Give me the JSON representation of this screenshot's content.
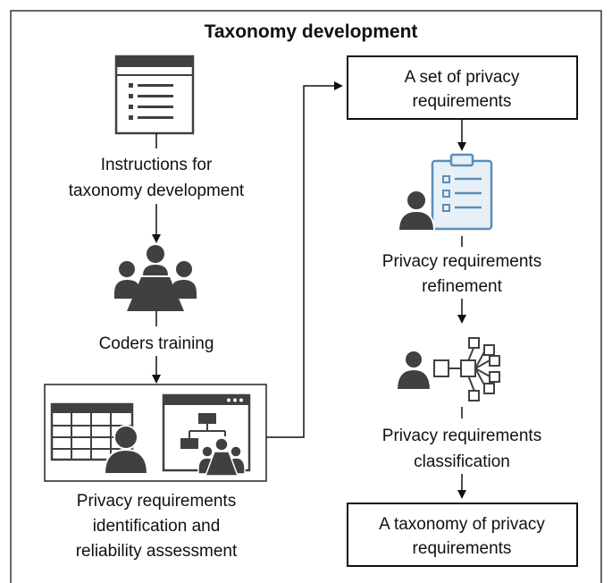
{
  "title": "Taxonomy development",
  "left_column": {
    "instructions_label": [
      "Instructions for",
      "taxonomy development"
    ],
    "training_label": "Coders training",
    "identification_label": [
      "Privacy requirements",
      "identification and",
      "reliability assessment"
    ]
  },
  "right_column": {
    "set_box_label": [
      "A set of privacy",
      "requirements"
    ],
    "refinement_label": [
      "Privacy requirements",
      "refinement"
    ],
    "classification_label": [
      "Privacy requirements",
      "classification"
    ],
    "taxonomy_box_label": [
      "A taxonomy of privacy",
      "requirements"
    ]
  },
  "icons": {
    "instructions": "document-list-icon",
    "training": "meeting-group-icon",
    "spreadsheet": "spreadsheet-icon",
    "person": "person-icon",
    "browser_hierarchy": "browser-hierarchy-icon",
    "group": "group-icon",
    "clipboard": "clipboard-checklist-icon",
    "network": "network-hub-icon"
  },
  "colors": {
    "icon_dark": "#404040",
    "icon_blue": "#5b8db8",
    "line": "#111111",
    "frame": "#333333"
  }
}
